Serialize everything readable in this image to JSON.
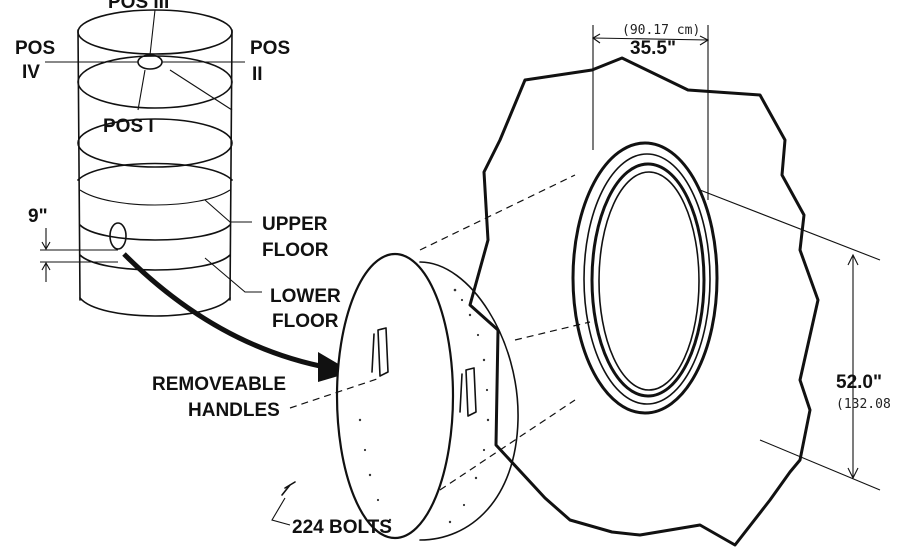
{
  "labels": {
    "pos_iii": "POS III",
    "pos_iv_line1": "POS",
    "pos_iv_line2": "IV",
    "pos_ii_line1": "POS",
    "pos_ii_line2": "II",
    "pos_i": "POS I",
    "nine_inch": "9\"",
    "upper_floor_line1": "UPPER",
    "upper_floor_line2": "FLOOR",
    "lower_floor_line1": "LOWER",
    "lower_floor_line2": "FLOOR",
    "removeable_line1": "REMOVEABLE",
    "removeable_line2": "HANDLES",
    "bolts": "224 BOLTS",
    "width_cm": "(90.17 cm)",
    "width_in": "35.5\"",
    "height_in": "52.0\"",
    "height_cm": "(132.08"
  }
}
